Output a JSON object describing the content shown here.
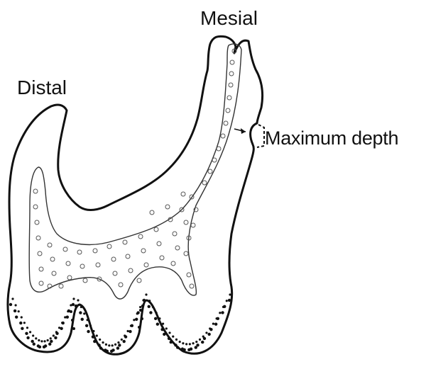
{
  "labels": {
    "distal": "Distal",
    "mesial": "Mesial",
    "maximum_depth": "Maximum depth"
  },
  "colors": {
    "ink": "#111111",
    "background": "#ffffff"
  }
}
